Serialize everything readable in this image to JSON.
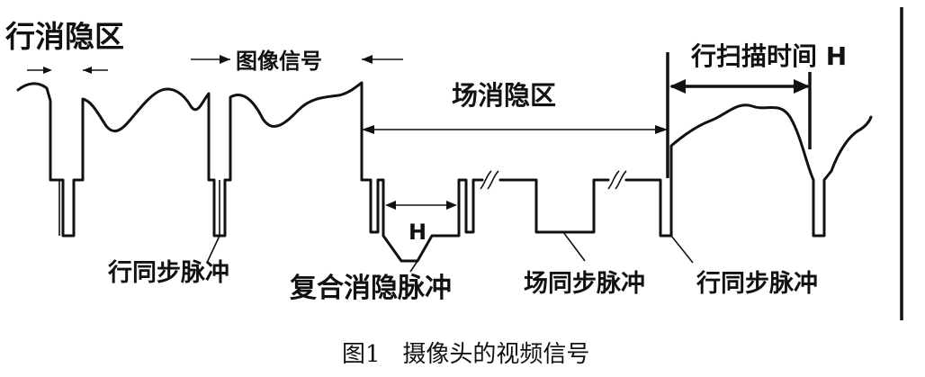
{
  "labels": {
    "line_blanking": "行消隐区",
    "image_signal": "图像信号",
    "field_blanking": "场消隐区",
    "line_scan_time": "行扫描时间 H",
    "h_mark": "H",
    "line_sync_left": "行同步脉冲",
    "composite_blanking": "复合消隐脉冲",
    "field_sync": "场同步脉冲",
    "line_sync_right": "行同步脉冲"
  },
  "caption": "图1   摄像头的视频信号",
  "colors": {
    "ink": "#111111",
    "background": "#ffffff"
  }
}
